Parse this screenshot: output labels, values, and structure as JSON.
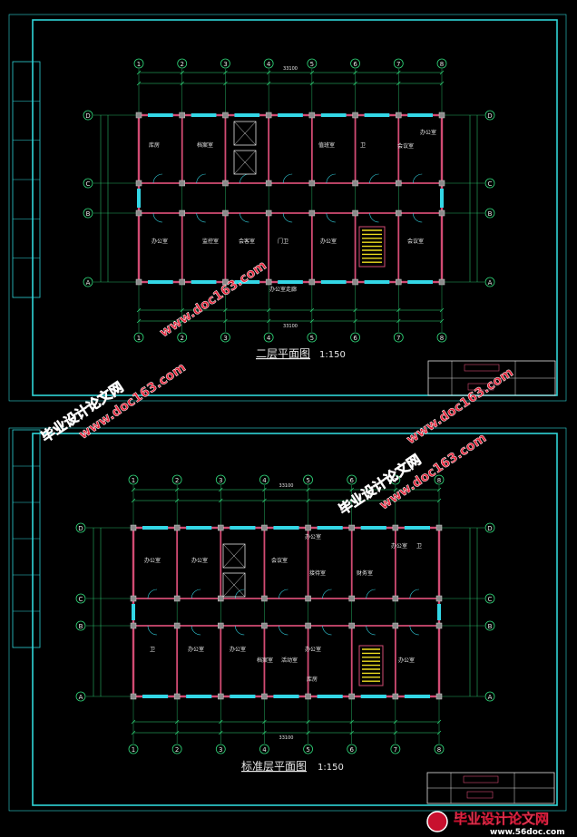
{
  "sheets": [
    {
      "title": "二层平面图",
      "scale": "1:150",
      "axes_top": [
        "1",
        "2",
        "3",
        "4",
        "5",
        "6",
        "7",
        "8"
      ],
      "axes_side": [
        "D",
        "C",
        "B",
        "A"
      ],
      "overall_dim": "33100",
      "room_labels": [
        "库房",
        "档案室",
        "值班室",
        "卫",
        "会议室",
        "办公室",
        "办公室",
        "监控室",
        "会客室",
        "门卫",
        "办公室",
        "会议室"
      ]
    },
    {
      "title": "标准层平面图",
      "scale": "1:150",
      "axes_top": [
        "1",
        "2",
        "3",
        "4",
        "5",
        "6",
        "7",
        "8"
      ],
      "axes_side": [
        "D",
        "C",
        "B",
        "A"
      ],
      "overall_dim": "33100",
      "room_labels": [
        "办公室",
        "办公室",
        "会议室",
        "接待室",
        "财务室",
        "办公室",
        "办公室",
        "卫",
        "卫",
        "办公室",
        "办公室",
        "办公室",
        "档案室",
        "活动室",
        "库房",
        "办公室"
      ]
    }
  ],
  "watermarks": {
    "site_name": "毕业设计论文网",
    "site_url": "www.doc163.com",
    "footer_name": "毕业设计论文网",
    "footer_url": "www.56doc.com"
  },
  "colors": {
    "frame": "#2fd4d8",
    "axis": "#2fd87a",
    "wall": "#d24b73",
    "window": "#33d7e6",
    "stair": "#f0e020",
    "text": "#e8e8e8",
    "watermark_red": "#e8233a"
  }
}
